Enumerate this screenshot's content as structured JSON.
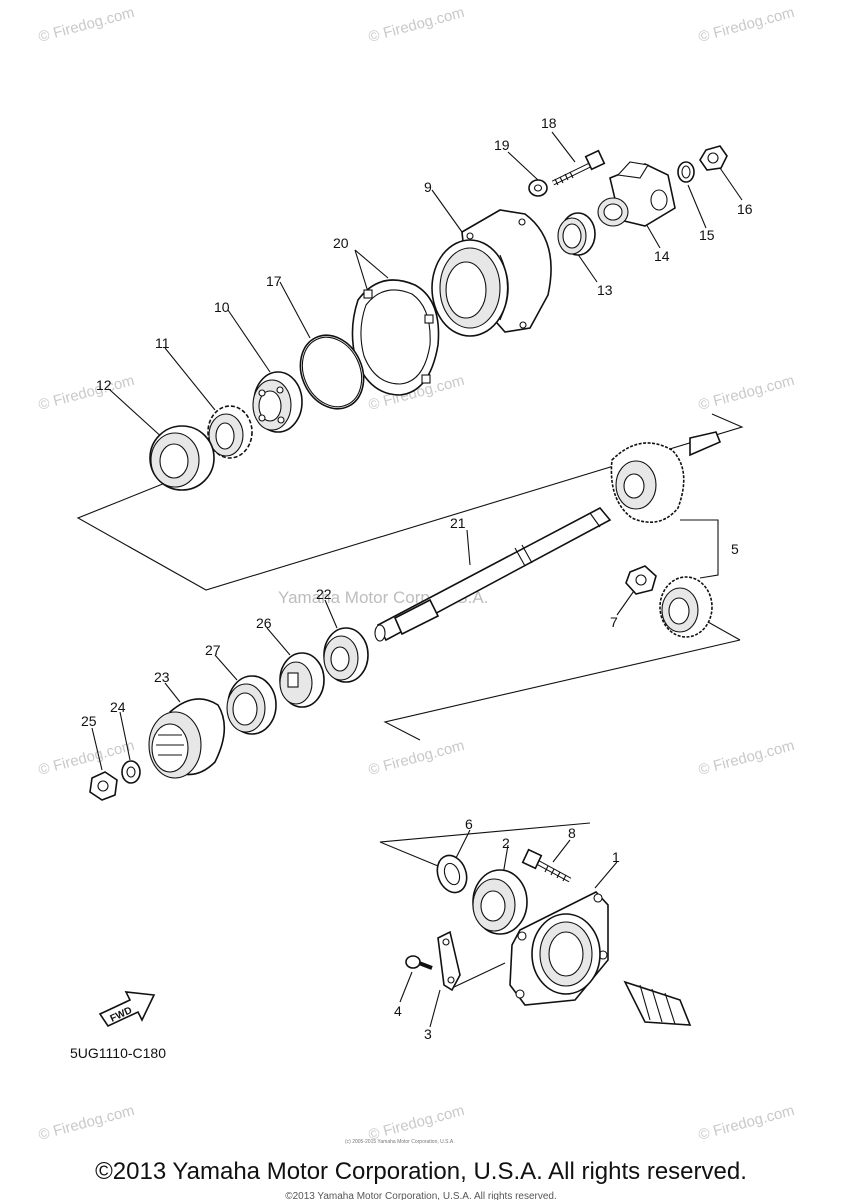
{
  "watermarks": {
    "site": "© Firedog.com",
    "center": "Yamaha Motor Corp, U.S.A."
  },
  "callouts": [
    "1",
    "2",
    "3",
    "4",
    "5",
    "6",
    "7",
    "8",
    "9",
    "10",
    "11",
    "12",
    "13",
    "14",
    "15",
    "16",
    "17",
    "18",
    "19",
    "20",
    "21",
    "22",
    "23",
    "24",
    "25",
    "26",
    "27"
  ],
  "diagram_code": "5UG1110-C180",
  "fwd_label": "FWD",
  "tiny_notice": "(c) 2005-2015 Yamaha Motor Corporation, U.S.A.",
  "copyright": "©2013 Yamaha Motor Corporation, U.S.A. All rights reserved.",
  "colors": {
    "line": "#111111",
    "watermark": "#c9c9c9",
    "background": "#ffffff"
  }
}
